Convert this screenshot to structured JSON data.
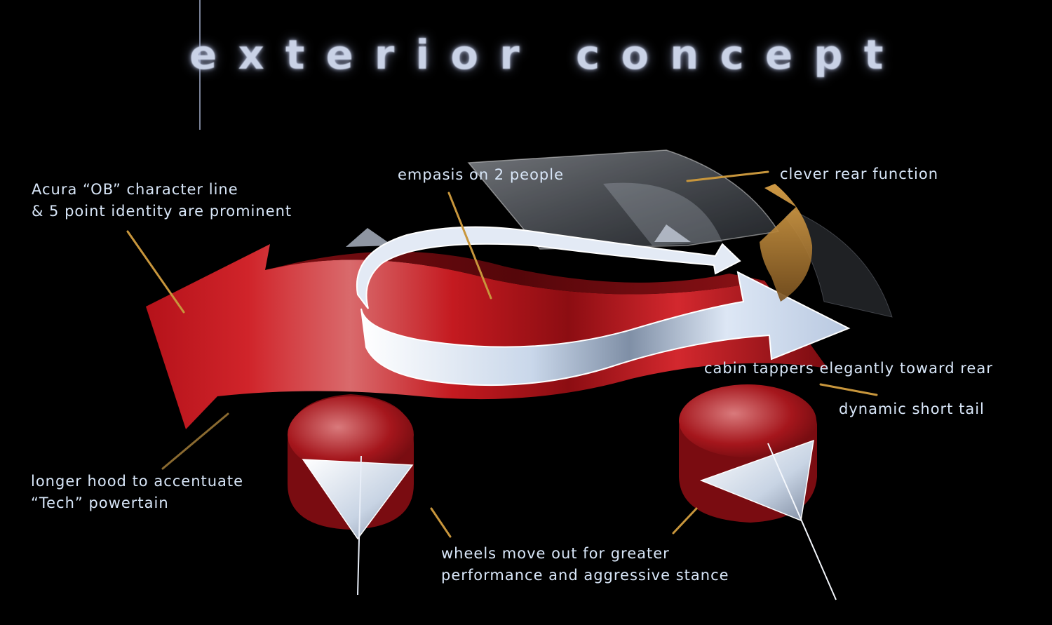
{
  "title": "exterior concept",
  "annotations": {
    "character_line": [
      "Acura “OB” character line",
      "& 5 point identity are prominent"
    ],
    "two_people": "empasis on 2 people",
    "rear_function": "clever rear function",
    "cabin": "cabin tappers elegantly toward rear",
    "tail": "dynamic short tail",
    "hood": [
      "longer hood to accentuate",
      "“Tech” powertain"
    ],
    "wheels": [
      "wheels move out for greater",
      "performance and aggressive stance"
    ]
  },
  "colors": {
    "background": "#000000",
    "body_red": "#c4161c",
    "ribbon_silver": "#dfe7f2",
    "leader_gold": "#c8963c",
    "label_text": "#d8e6f8"
  }
}
